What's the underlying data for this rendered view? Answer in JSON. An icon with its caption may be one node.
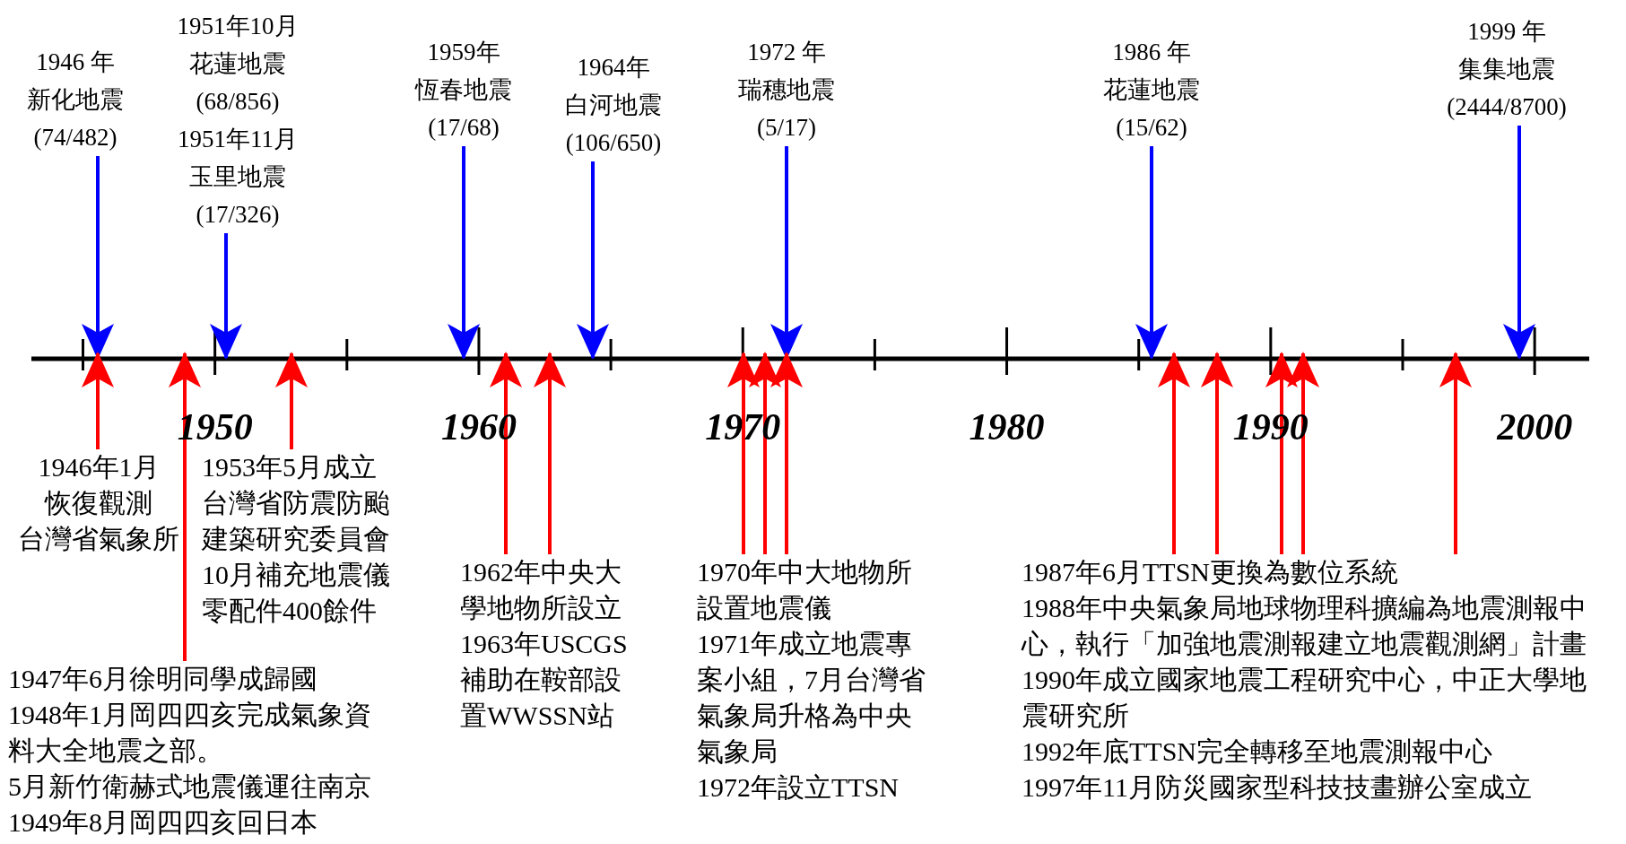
{
  "diagram": {
    "nodes": [
      {
        "text": [
          "1946 年",
          "新化地震",
          "(74/482)"
        ]
      },
      {
        "text": [
          "1951年10月",
          "花蓮地震",
          "(68/856)",
          "1951年11月",
          "玉里地震",
          "(17/326)"
        ]
      },
      {
        "text": [
          "1959年",
          "恆春地震",
          "(17/68)"
        ]
      },
      {
        "text": [
          "1964年",
          "白河地震",
          "(106/650)"
        ]
      },
      {
        "text": [
          "1972 年",
          "瑞穗地震",
          "(5/17)"
        ]
      },
      {
        "text": [
          "1986 年",
          "花蓮地震",
          "(15/62)"
        ]
      },
      {
        "text": [
          "1999 年",
          "集集地震",
          "(2444/8700)"
        ]
      },
      {
        "text": [
          "1946年1月",
          "恢復觀測",
          "台灣省氣象所"
        ]
      },
      {
        "text": [
          "1947年6月徐明同學成歸國",
          "1948年1月岡四四亥完成氣象資料大全地震之部。",
          "5月新竹衛赫式地震儀運往南京",
          "1949年8月岡四四亥回日本"
        ]
      },
      {
        "text": [
          "1953年5月成立台灣省防震防颱建築研究委員會",
          "10月補充地震儀零配件400餘件"
        ]
      },
      {
        "text": [
          "1962年中央大學地物所設立",
          "1963年USCGS補助在鞍部設置WWSSN站"
        ]
      },
      {
        "text": [
          "1970年中大地物所設置地震儀",
          "1971年成立地震專案小組，7月台灣省氣象局升格為中央氣象局",
          "1972年設立TTSN"
        ]
      },
      {
        "text": [
          "1987年6月TTSN更換為數位系統",
          "1988年中央氣象局地球物理科擴編為地震測報中心，執行「加強地震測報建立地震觀測網」計畫",
          "1990年成立國家地震工程研究中心，中正大學地震研究所",
          "1992年底TTSN完全轉移至地震測報中心",
          "1997年11月防災國家型科技技畫辦公室成立"
        ]
      }
    ],
    "edges": [
      {
        "from": 0,
        "to": null,
        "arrow": "to",
        "color": "#0000ff"
      },
      {
        "from": 1,
        "to": null,
        "arrow": "to",
        "color": "#0000ff"
      },
      {
        "from": 2,
        "to": null,
        "arrow": "to",
        "color": "#0000ff"
      },
      {
        "from": 3,
        "to": null,
        "arrow": "to",
        "color": "#0000ff"
      },
      {
        "from": 4,
        "to": null,
        "arrow": "to",
        "color": "#0000ff"
      },
      {
        "from": 5,
        "to": null,
        "arrow": "to",
        "color": "#0000ff"
      },
      {
        "from": 6,
        "to": null,
        "arrow": "to",
        "color": "#0000ff"
      },
      {
        "from": 7,
        "to": null,
        "arrow": "to"
      },
      {
        "from": 8,
        "to": null,
        "arrow": "to"
      },
      {
        "from": 9,
        "to": null,
        "arrow": "to"
      },
      {
        "from": 10,
        "to": null,
        "arrow": "to"
      },
      {
        "from": 10,
        "to": null,
        "arrow": "to"
      },
      {
        "from": 11,
        "to": null,
        "arrow": "to"
      },
      {
        "from": 11,
        "to": null,
        "arrow": "to"
      },
      {
        "from": 11,
        "to": null,
        "arrow": "to"
      },
      {
        "from": 12,
        "to": null,
        "arrow": "to"
      },
      {
        "from": 12,
        "to": null,
        "arrow": "to"
      },
      {
        "from": 12,
        "to": null,
        "arrow": "to"
      },
      {
        "from": 12,
        "to": null,
        "arrow": "to"
      },
      {
        "from": 12,
        "to": null,
        "arrow": "to"
      }
    ],
    "labels": [
      "1950",
      "1960",
      "1970",
      "1980",
      "1990",
      "2000"
    ]
  }
}
